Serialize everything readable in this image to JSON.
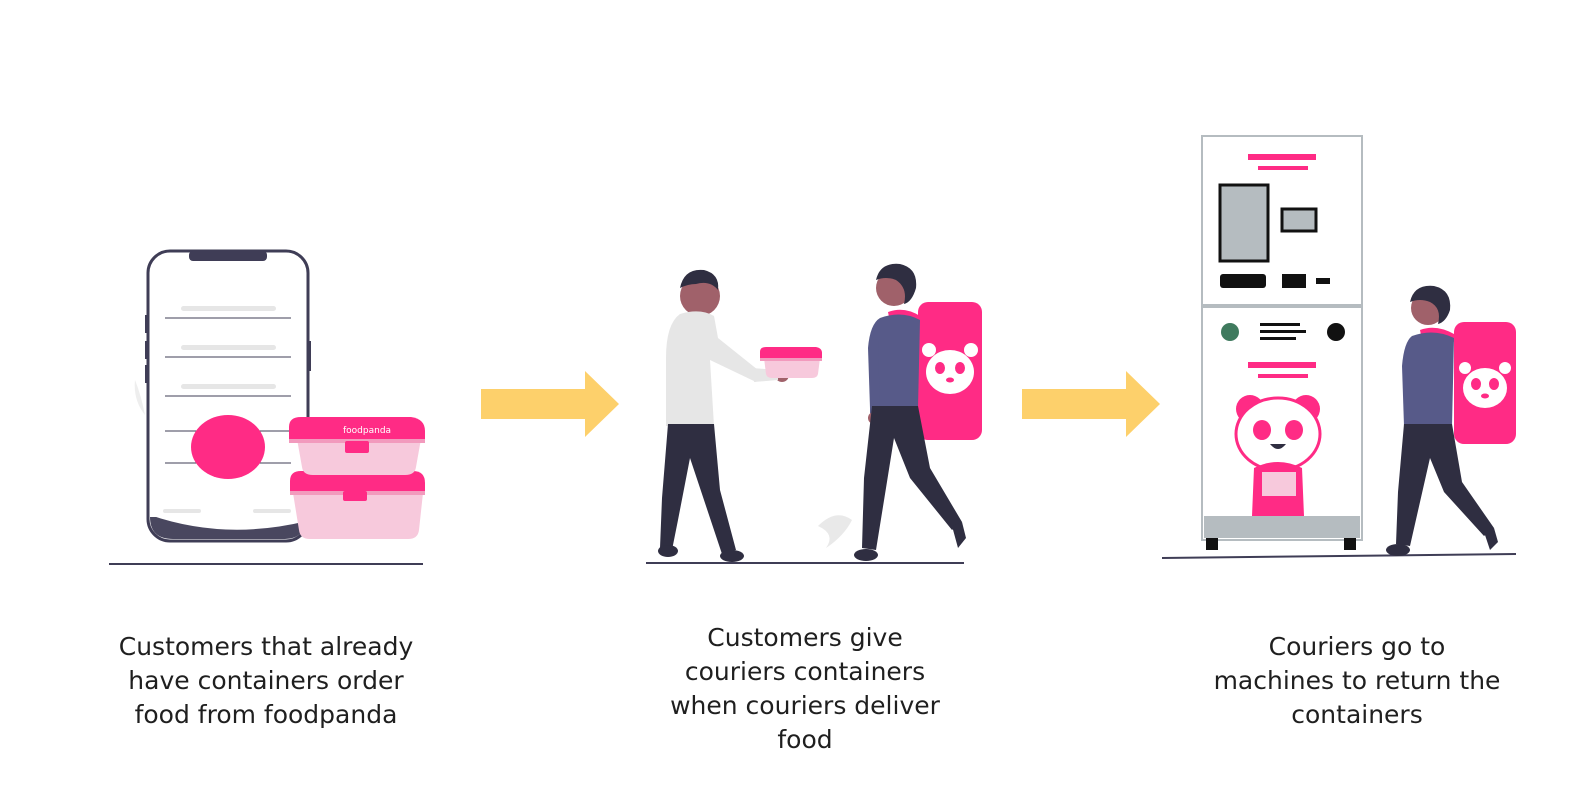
{
  "steps": [
    {
      "caption": [
        "Customers that already",
        "have containers order",
        "food from foodpanda"
      ]
    },
    {
      "caption": [
        "Customers give",
        "couriers containers",
        "when couriers deliver",
        "food"
      ]
    },
    {
      "caption": [
        "Couriers go to",
        "machines to return the",
        "containers"
      ]
    }
  ],
  "container_logo_text": "foodpanda",
  "colors": {
    "brand_pink": "#ff2b85",
    "light_pink": "#f7c9dc",
    "arrow_yellow": "#fdd06b",
    "navy": "#2f2e41",
    "shirt_purple": "#575a89",
    "skin": "#a0616a",
    "machine_grey": "#b5bcc0",
    "ground_line": "#3f3d56"
  },
  "icons": [
    "smartphone-icon",
    "food-container-icon",
    "arrow-right-icon",
    "panda-logo-icon",
    "vending-machine-icon",
    "person-icon"
  ]
}
